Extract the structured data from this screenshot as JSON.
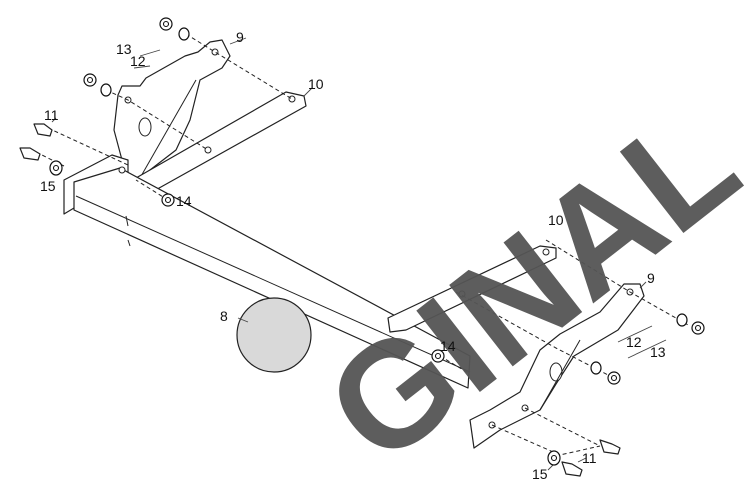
{
  "callouts": {
    "c8": "8",
    "c9a": "9",
    "c9b": "9",
    "c10a": "10",
    "c10b": "10",
    "c11a": "11",
    "c11b": "11",
    "c12a": "12",
    "c12b": "12",
    "c13a": "13",
    "c13b": "13",
    "c14a": "14",
    "c14b": "14",
    "c15a": "15",
    "c15b": "15"
  },
  "watermark": {
    "text": "GINAL"
  },
  "colors": {
    "line": "#222222",
    "ball_fill": "#d9d9d9",
    "watermark": "#555555"
  }
}
